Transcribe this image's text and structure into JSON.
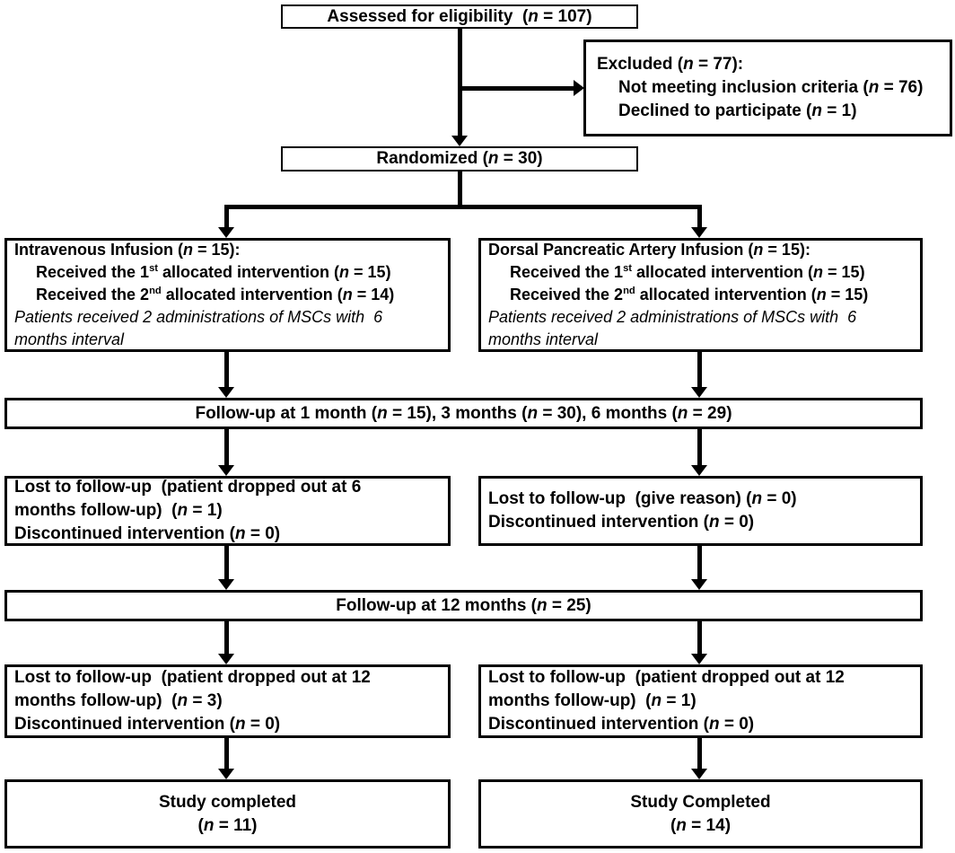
{
  "figure": {
    "type": "consort-flow-diagram",
    "colors": {
      "ink": "#000000",
      "paper": "#ffffff"
    },
    "nodes": [
      {
        "id": "assessed",
        "lines": [
          {
            "segments": [
              {
                "t": "Assessed for eligibility  ("
              },
              {
                "t": "n",
                "i": true
              },
              {
                "t": " = 107)"
              }
            ]
          }
        ]
      },
      {
        "id": "excluded",
        "lines": [
          {
            "segments": [
              {
                "t": "Excluded ("
              },
              {
                "t": "n",
                "i": true
              },
              {
                "t": " = 77):"
              }
            ]
          },
          {
            "indent": true,
            "segments": [
              {
                "t": "Not meeting inclusion criteria ("
              },
              {
                "t": "n",
                "i": true
              },
              {
                "t": " = 76)"
              }
            ]
          },
          {
            "indent": true,
            "segments": [
              {
                "t": "Declined to participate ("
              },
              {
                "t": "n",
                "i": true
              },
              {
                "t": " = 1)"
              }
            ]
          }
        ]
      },
      {
        "id": "randomized",
        "lines": [
          {
            "segments": [
              {
                "t": "Randomized ("
              },
              {
                "t": "n",
                "i": true
              },
              {
                "t": " = 30)"
              }
            ]
          }
        ]
      },
      {
        "id": "group-left",
        "lines": [
          {
            "segments": [
              {
                "t": "Intravenous Infusion ("
              },
              {
                "t": "n",
                "i": true
              },
              {
                "t": " = 15):"
              }
            ]
          },
          {
            "indent": true,
            "segments": [
              {
                "t": "Received the 1"
              },
              {
                "t": "st",
                "sup": true
              },
              {
                "t": " allocated intervention ("
              },
              {
                "t": "n",
                "i": true
              },
              {
                "t": " = 15)"
              }
            ]
          },
          {
            "indent": true,
            "segments": [
              {
                "t": "Received the 2"
              },
              {
                "t": "nd",
                "sup": true
              },
              {
                "t": " allocated intervention ("
              },
              {
                "t": "n",
                "i": true
              },
              {
                "t": " = 14)"
              }
            ]
          },
          {
            "italic": true,
            "segments": [
              {
                "t": "Patients received 2 administrations of MSCs with  6"
              }
            ]
          },
          {
            "italic": true,
            "segments": [
              {
                "t": "months interval"
              }
            ]
          }
        ]
      },
      {
        "id": "group-right",
        "lines": [
          {
            "segments": [
              {
                "t": "Dorsal Pancreatic Artery Infusion ("
              },
              {
                "t": "n",
                "i": true
              },
              {
                "t": " = 15):"
              }
            ]
          },
          {
            "indent": true,
            "segments": [
              {
                "t": "Received the 1"
              },
              {
                "t": "st",
                "sup": true
              },
              {
                "t": " allocated intervention ("
              },
              {
                "t": "n",
                "i": true
              },
              {
                "t": " = 15)"
              }
            ]
          },
          {
            "indent": true,
            "segments": [
              {
                "t": "Received the 2"
              },
              {
                "t": "nd",
                "sup": true
              },
              {
                "t": " allocated intervention ("
              },
              {
                "t": "n",
                "i": true
              },
              {
                "t": " = 15)"
              }
            ]
          },
          {
            "italic": true,
            "segments": [
              {
                "t": "Patients received 2 administrations of MSCs with  6"
              }
            ]
          },
          {
            "italic": true,
            "segments": [
              {
                "t": "months interval"
              }
            ]
          }
        ]
      },
      {
        "id": "followup1",
        "lines": [
          {
            "segments": [
              {
                "t": "Follow-up at 1 month ("
              },
              {
                "t": "n",
                "i": true
              },
              {
                "t": " = 15), 3 months ("
              },
              {
                "t": "n",
                "i": true
              },
              {
                "t": " = 30), 6 months ("
              },
              {
                "t": "n",
                "i": true
              },
              {
                "t": " = 29)"
              }
            ]
          }
        ]
      },
      {
        "id": "lost1-left",
        "lines": [
          {
            "segments": [
              {
                "t": "Lost to follow-up  (patient dropped out at 6"
              }
            ]
          },
          {
            "segments": [
              {
                "t": "months follow-up)  ("
              },
              {
                "t": "n",
                "i": true
              },
              {
                "t": " = 1)"
              }
            ]
          },
          {
            "segments": [
              {
                "t": "Discontinued intervention ("
              },
              {
                "t": "n",
                "i": true
              },
              {
                "t": " = 0)"
              }
            ]
          }
        ]
      },
      {
        "id": "lost1-right",
        "lines": [
          {
            "segments": [
              {
                "t": "Lost to follow-up  (give reason) ("
              },
              {
                "t": "n",
                "i": true
              },
              {
                "t": " = 0)"
              }
            ]
          },
          {
            "segments": [
              {
                "t": "Discontinued intervention ("
              },
              {
                "t": "n",
                "i": true
              },
              {
                "t": " = 0)"
              }
            ]
          }
        ]
      },
      {
        "id": "followup2",
        "lines": [
          {
            "segments": [
              {
                "t": "Follow-up at 12 months ("
              },
              {
                "t": "n",
                "i": true
              },
              {
                "t": " = 25)"
              }
            ]
          }
        ]
      },
      {
        "id": "lost2-left",
        "lines": [
          {
            "segments": [
              {
                "t": "Lost to follow-up  (patient dropped out at 12"
              }
            ]
          },
          {
            "segments": [
              {
                "t": "months follow-up)  ("
              },
              {
                "t": "n",
                "i": true
              },
              {
                "t": " = 3)"
              }
            ]
          },
          {
            "segments": [
              {
                "t": "Discontinued intervention ("
              },
              {
                "t": "n",
                "i": true
              },
              {
                "t": " = 0)"
              }
            ]
          }
        ]
      },
      {
        "id": "lost2-right",
        "lines": [
          {
            "segments": [
              {
                "t": "Lost to follow-up  (patient dropped out at 12"
              }
            ]
          },
          {
            "segments": [
              {
                "t": "months follow-up)  ("
              },
              {
                "t": "n",
                "i": true
              },
              {
                "t": " = 1)"
              }
            ]
          },
          {
            "segments": [
              {
                "t": "Discontinued intervention ("
              },
              {
                "t": "n",
                "i": true
              },
              {
                "t": " = 0)"
              }
            ]
          }
        ]
      },
      {
        "id": "done-left",
        "lines": [
          {
            "segments": [
              {
                "t": "Study completed"
              }
            ]
          },
          {
            "segments": [
              {
                "t": "("
              },
              {
                "t": "n",
                "i": true
              },
              {
                "t": " = 11)"
              }
            ]
          }
        ]
      },
      {
        "id": "done-right",
        "lines": [
          {
            "segments": [
              {
                "t": "Study Completed"
              }
            ]
          },
          {
            "segments": [
              {
                "t": "("
              },
              {
                "t": "n",
                "i": true
              },
              {
                "t": " = 14)"
              }
            ]
          }
        ]
      }
    ]
  }
}
